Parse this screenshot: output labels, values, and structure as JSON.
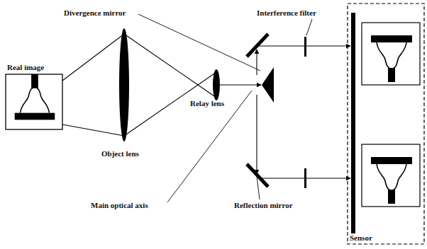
{
  "diagram": {
    "labels": [
      "Divergence mirror",
      "Interference filter",
      "Real image",
      "Object lens",
      "Relay lens",
      "Main optical axis",
      "Reflection mirror",
      "Sensor"
    ]
  }
}
